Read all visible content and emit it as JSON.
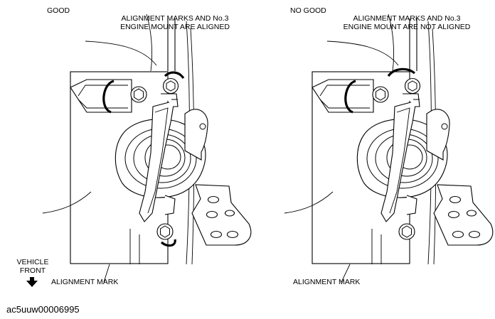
{
  "left_panel": {
    "status": "GOOD",
    "caption_line1": "ALIGNMENT MARKS AND No.3",
    "caption_line2": "ENGINE MOUNT ARE ALIGNED",
    "bottom_label": "ALIGNMENT MARK",
    "vehicle_front_line1": "VEHICLE",
    "vehicle_front_line2": "FRONT"
  },
  "right_panel": {
    "status": "NO GOOD",
    "caption_line1": "ALIGNMENT MARKS AND No.3",
    "caption_line2": "ENGINE MOUNT ARE NOT ALIGNED",
    "bottom_label": "ALIGNMENT MARK"
  },
  "figure_id": "ac5uuw00006995",
  "colors": {
    "line": "#000000",
    "background": "#ffffff"
  }
}
